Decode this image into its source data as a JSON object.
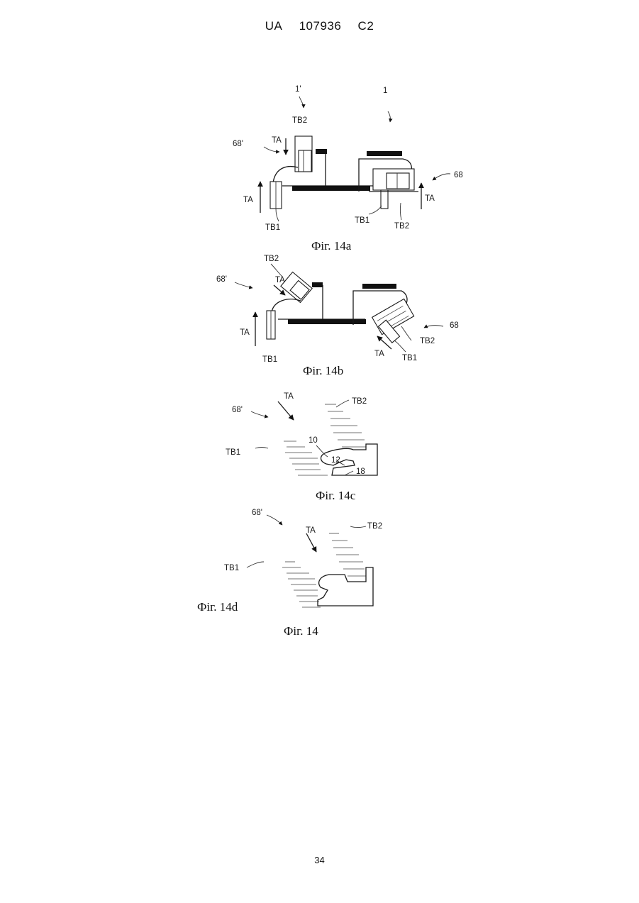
{
  "header": {
    "country": "UA",
    "number": "107936",
    "kind": "C2"
  },
  "page_number": "34",
  "figures": {
    "fig14a": {
      "caption": "Фіг. 14а",
      "labels": {
        "ref_1prime": "1'",
        "ref_1": "1",
        "ref_68prime": "68'",
        "ref_68": "68",
        "tb2_left": "TB2",
        "ta_top": "TA",
        "ta_left": "TA",
        "tb1_left": "TB1",
        "tb1_right": "TB1",
        "tb2_right": "TB2",
        "ta_right": "TA"
      }
    },
    "fig14b": {
      "caption": "Фіг. 14b",
      "labels": {
        "tb2_top": "TB2",
        "ta_top": "TA",
        "ref_68prime": "68'",
        "ta_left": "TA",
        "tb1_left": "TB1",
        "ref_68": "68",
        "tb2_right": "TB2",
        "ta_bottom": "TA",
        "tb1_right": "TB1"
      }
    },
    "fig14c": {
      "caption": "Фіг. 14с",
      "labels": {
        "ta": "TA",
        "tb2": "TB2",
        "ref_68prime": "68'",
        "tb1": "TB1",
        "ref_10": "10",
        "ref_12": "12",
        "ref_18": "18"
      }
    },
    "fig14d": {
      "caption": "Фіг. 14d",
      "labels": {
        "ref_68prime": "68'",
        "ta": "TA",
        "tb2": "TB2",
        "tb1": "TB1"
      }
    },
    "overall_caption": "Фіг. 14"
  }
}
